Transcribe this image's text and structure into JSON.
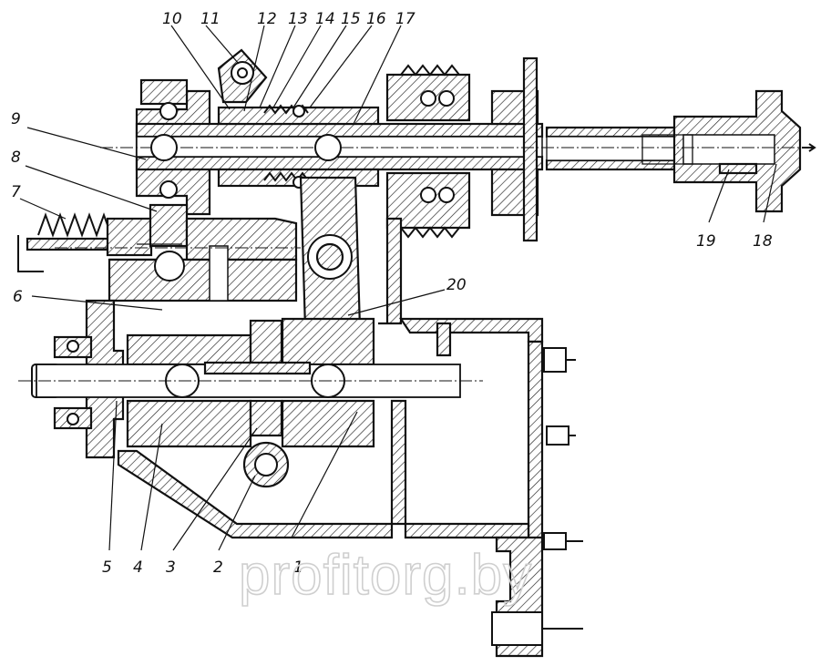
{
  "watermark": "profitorg.by",
  "callouts": [
    {
      "id": "1"
    },
    {
      "id": "2"
    },
    {
      "id": "3"
    },
    {
      "id": "4"
    },
    {
      "id": "5"
    },
    {
      "id": "6"
    },
    {
      "id": "7"
    },
    {
      "id": "8"
    },
    {
      "id": "9"
    },
    {
      "id": "10"
    },
    {
      "id": "11"
    },
    {
      "id": "12"
    },
    {
      "id": "13"
    },
    {
      "id": "14"
    },
    {
      "id": "15"
    },
    {
      "id": "16"
    },
    {
      "id": "17"
    },
    {
      "id": "18"
    },
    {
      "id": "19"
    },
    {
      "id": "20"
    }
  ]
}
